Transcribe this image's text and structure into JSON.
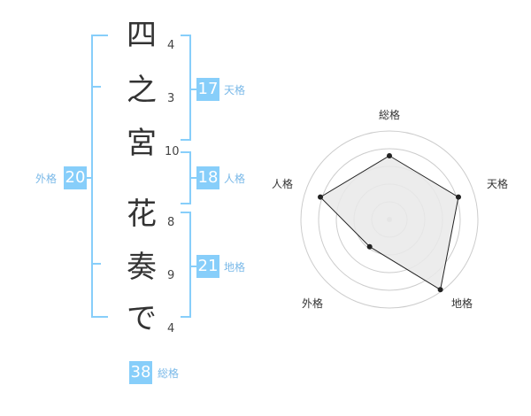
{
  "name": {
    "chars": [
      {
        "char": "四",
        "strokes": "4"
      },
      {
        "char": "之",
        "strokes": "3"
      },
      {
        "char": "宮",
        "strokes": "10"
      },
      {
        "char": "花",
        "strokes": "8"
      },
      {
        "char": "奏",
        "strokes": "9"
      },
      {
        "char": "で",
        "strokes": "4"
      }
    ]
  },
  "kaku": {
    "tenkaku": {
      "value": "17",
      "label": "天格"
    },
    "jinkaku": {
      "value": "18",
      "label": "人格"
    },
    "chikaku": {
      "value": "21",
      "label": "地格"
    },
    "gaikaku": {
      "value": "20",
      "label": "外格"
    },
    "soukaku": {
      "value": "38",
      "label": "総格"
    }
  },
  "chart_data": {
    "type": "radar",
    "axes": [
      "総格",
      "天格",
      "地格",
      "外格",
      "人格"
    ],
    "values": [
      0.72,
      0.82,
      0.98,
      0.38,
      0.82
    ],
    "max": 1,
    "colors": {
      "line": "#222222",
      "fill": "#e9e9e9",
      "grid": "#cccccc",
      "bracket": "#87cefa"
    }
  }
}
